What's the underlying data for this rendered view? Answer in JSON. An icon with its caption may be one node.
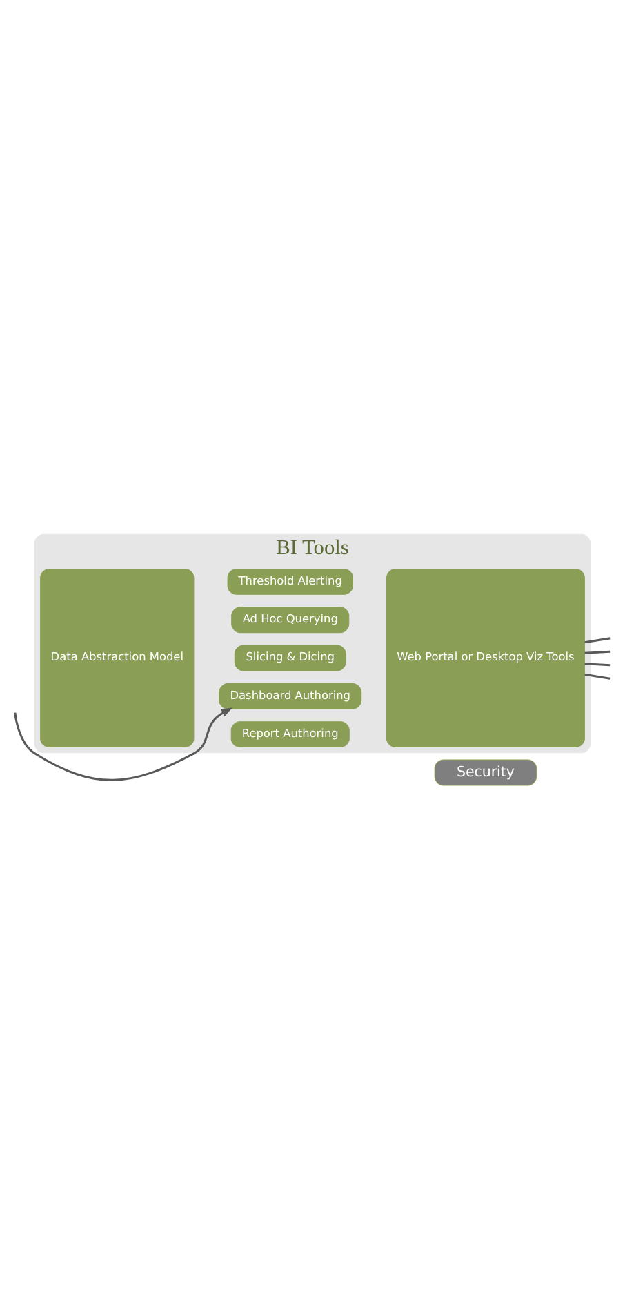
{
  "diagram": {
    "nodes": [
      {
        "text": [
          "BI Tools"
        ]
      },
      {
        "text": [
          "Data Abstraction Model"
        ],
        "in": 0
      },
      {
        "text": [
          "Threshold Alerting"
        ],
        "in": 0
      },
      {
        "text": [
          "Ad Hoc Querying"
        ],
        "in": 0
      },
      {
        "text": [
          "Slicing & Dicing"
        ],
        "in": 0
      },
      {
        "text": [
          "Dashboard Authoring"
        ],
        "in": 0
      },
      {
        "text": [
          "Report Authoring"
        ],
        "in": 0
      },
      {
        "text": [
          "Web Portal or Desktop Viz Tools"
        ],
        "in": 0
      },
      {
        "text": [
          "Security"
        ]
      }
    ],
    "edges": [
      {
        "from": null,
        "to": 5,
        "arrow": "to"
      },
      {
        "from": 7,
        "to": null,
        "arrow": "none"
      },
      {
        "from": 7,
        "to": null,
        "arrow": "none"
      },
      {
        "from": 7,
        "to": null,
        "arrow": "none"
      },
      {
        "from": 7,
        "to": null,
        "arrow": "none"
      }
    ]
  }
}
